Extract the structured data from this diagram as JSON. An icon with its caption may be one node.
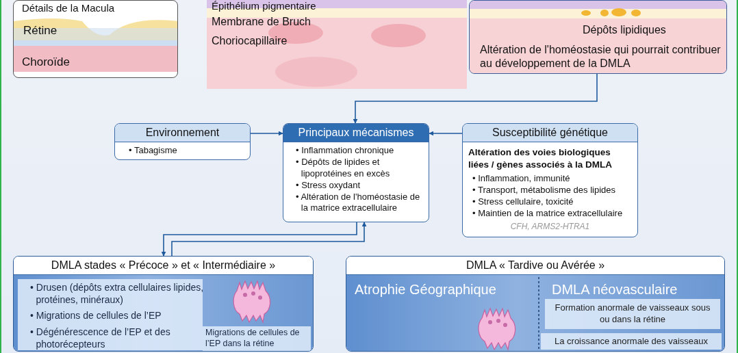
{
  "diagram": {
    "nodes": [
      {
        "text": [
          "Détails de la Macula"
        ]
      },
      {
        "text": [
          "Dépôts lipidiques",
          "Altération de l'homéostasie qui pourrait contribuer au développement de la DMLA"
        ]
      },
      {
        "text": [
          "Environnement",
          "• Tabagisme"
        ]
      },
      {
        "text": [
          "Principaux mécanismes",
          "• Inflammation chronique",
          "• Dépôts de lipides et lipoprotéines en excès",
          "• Stress oxydant",
          "• Altération de l'homéostasie de la matrice extracellulaire"
        ]
      },
      {
        "text": [
          "Susceptibilité génétique",
          "Altération des voies biologiques liées / gènes associés à la DMLA",
          "• Inflammation, immunité",
          "• Transport, métabolisme des lipides",
          "• Stress cellulaire, toxicité",
          "• Maintien de la matrice extracellulaire",
          "CFH, ARMS2-HTRA1"
        ]
      },
      {
        "text": [
          "DMLA stades « Précoce » et « Intermédiaire »",
          "• Drusen (dépôts extra cellulaires lipides, protéines, minéraux)",
          "• Migrations de cellules de l’EP",
          "• Dégénérescence de l’EP et des photorécepteurs",
          "Migrations de cellules de l’EP dans la rétine"
        ]
      },
      {
        "text": [
          "DMLA « Tardive ou Avérée »",
          "Atrophie Géographique",
          "DMLA néovasculaire",
          "Formation anormale de vaisseaux sous ou dans la rétine",
          "La croissance anormale des vaisseaux"
        ]
      }
    ],
    "edges": [
      {
        "from": 1,
        "to": 3,
        "arrow": "to"
      },
      {
        "from": 2,
        "to": 3,
        "arrow": "to"
      },
      {
        "from": 4,
        "to": 3,
        "arrow": "to"
      },
      {
        "from": 3,
        "to": 5,
        "arrow": "to"
      },
      {
        "from": 5,
        "to": 3,
        "arrow": "to"
      }
    ],
    "labels": [
      "Rétine",
      "Choroïde",
      "Épithélium pigmentaire",
      "Membrane de Bruch",
      "Choriocapillaire"
    ]
  }
}
